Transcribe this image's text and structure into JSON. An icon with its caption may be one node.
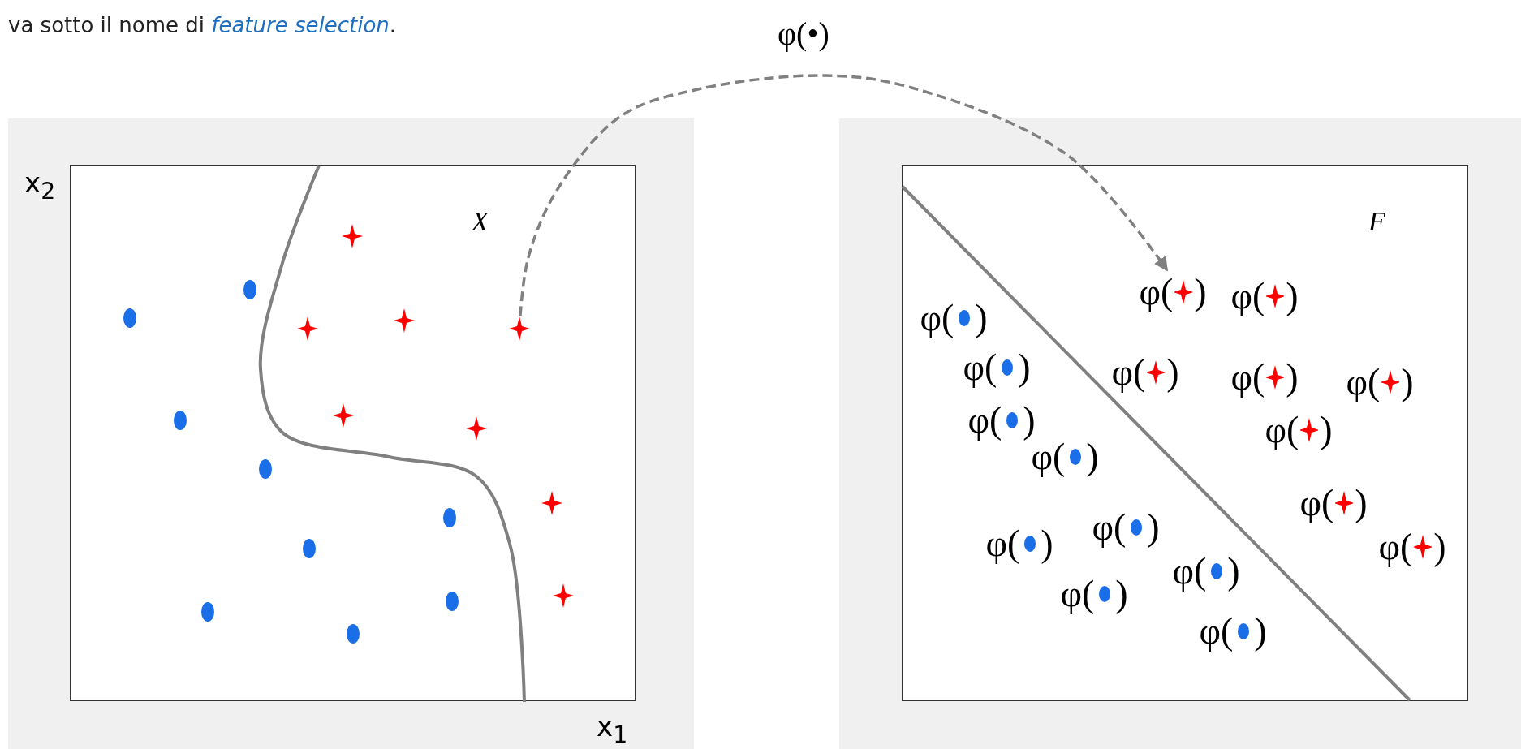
{
  "diagram": {
    "caption": "va sotto il nome di *feature selection*.",
    "nodes": [
      {
        "text": [
          "X"
        ],
        "beside": [
          "x$_{2}$",
          "x$_{1}$"
        ]
      },
      {
        "text": [],
        "shape": "star",
        "in": 0
      },
      {
        "text": [
          "F"
        ]
      },
      {
        "text": [
          "φ(",
          ")"
        ],
        "in": 2
      },
      {
        "text": [
          "φ(",
          ")"
        ],
        "in": 2
      },
      {
        "text": [
          "φ(",
          ")"
        ],
        "in": 2
      },
      {
        "text": [
          "φ(",
          ")"
        ],
        "in": 2
      },
      {
        "text": [
          "φ(",
          ")"
        ],
        "in": 2
      },
      {
        "text": [
          "φ(",
          ")"
        ],
        "in": 2
      },
      {
        "text": [
          "φ(",
          ")"
        ],
        "in": 2
      },
      {
        "text": [
          "φ(",
          ")"
        ],
        "in": 2
      },
      {
        "text": [
          "φ(",
          ")"
        ],
        "in": 2
      },
      {
        "text": [
          "φ(",
          ")"
        ],
        "in": 2
      },
      {
        "text": [
          "φ(",
          ")"
        ],
        "in": 2
      },
      {
        "text": [
          "φ(",
          ")"
        ],
        "in": 2
      },
      {
        "text": [
          "φ(",
          ")"
        ],
        "in": 2
      },
      {
        "text": [
          "φ(",
          ")"
        ],
        "in": 2
      },
      {
        "text": [
          "φ(",
          ")"
        ],
        "in": 2
      },
      {
        "text": [
          "φ(",
          ")"
        ],
        "in": 2
      },
      {
        "text": [
          "φ(",
          ")"
        ],
        "in": 2
      }
    ],
    "edges": [
      {
        "from": 1,
        "to": 3,
        "arrow": "to",
        "style": "dashed",
        "label": "φ(•)"
      }
    ]
  }
}
